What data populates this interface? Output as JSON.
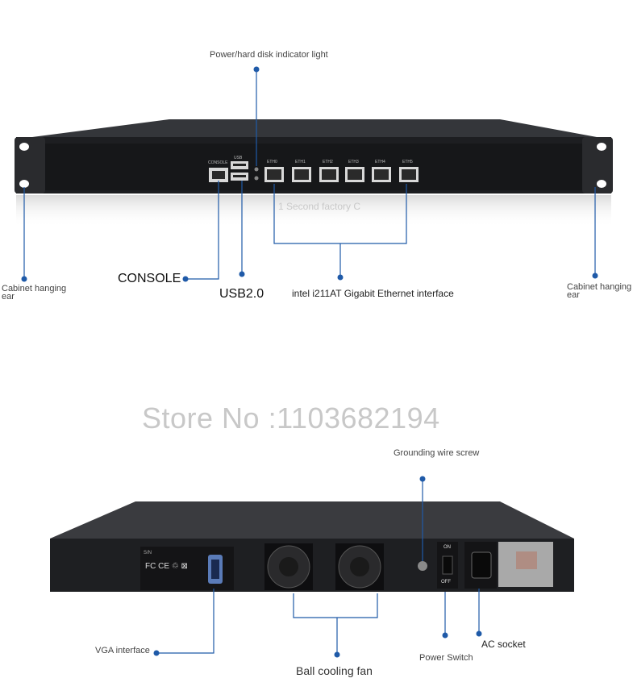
{
  "front": {
    "indicator_label": "Power/hard disk indicator light",
    "console_label": "CONSOLE",
    "usb_label": "USB2.0",
    "ethernet_label": "intel i211AT Gigabit Ethernet interface",
    "left_ear_label": "Cabinet hanging\near",
    "right_ear_label": "Cabinet hanging\near",
    "reflection_text": "1 Second factory C",
    "port_labels": [
      "ETH0",
      "ETH1",
      "ETH2",
      "ETH3",
      "ETH4",
      "ETH5"
    ],
    "console_port_text": "CONSOLE",
    "usb_port_text": "USB"
  },
  "watermark": "Store No :1103682194",
  "back": {
    "grounding_label": "Grounding wire screw",
    "vga_label": "VGA interface",
    "fan_label": "Ball cooling fan",
    "switch_label": "Power Switch",
    "ac_label": "AC socket",
    "sn_text": "S/N",
    "on_text": "ON",
    "off_text": "OFF",
    "cert_marks": "FC CE ♲ ⊠"
  },
  "colors": {
    "accent": "#1f5aa8",
    "chassis": "#1c1c1e",
    "panel": "#2b2c30"
  }
}
